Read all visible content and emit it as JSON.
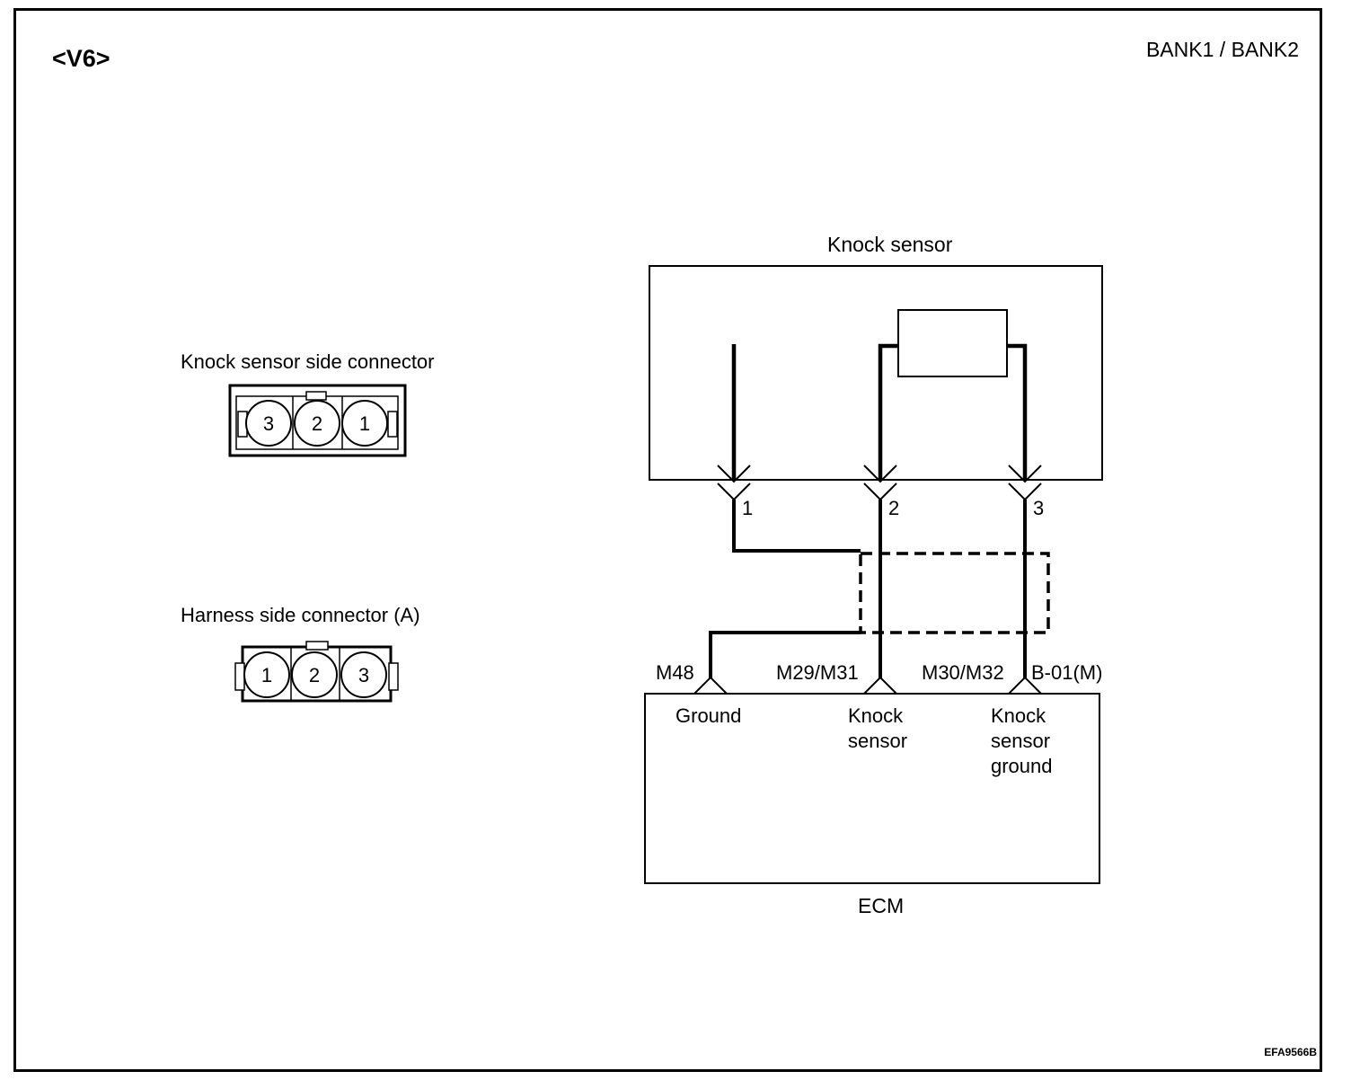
{
  "header": {
    "variant": "<V6>",
    "bank": "BANK1 / BANK2"
  },
  "connectors": {
    "sensor_side": {
      "label": "Knock sensor side connector",
      "pins": [
        "3",
        "2",
        "1"
      ]
    },
    "harness_side": {
      "label": "Harness side connector (A)",
      "pins": [
        "1",
        "2",
        "3"
      ]
    }
  },
  "schematic": {
    "sensor_title": "Knock sensor",
    "sensor_pins": [
      "1",
      "2",
      "3"
    ],
    "ecm_pins": {
      "ground": "M48",
      "signal": "M29/M31",
      "sensor_ground": "M30/M32",
      "connector": "B-01(M)"
    },
    "ecm_labels": {
      "ground": "Ground",
      "signal": "Knock\nsensor",
      "sensor_ground": "Knock\nsensor\nground"
    },
    "ecm_title": "ECM"
  },
  "figure_id": "EFA9566B"
}
